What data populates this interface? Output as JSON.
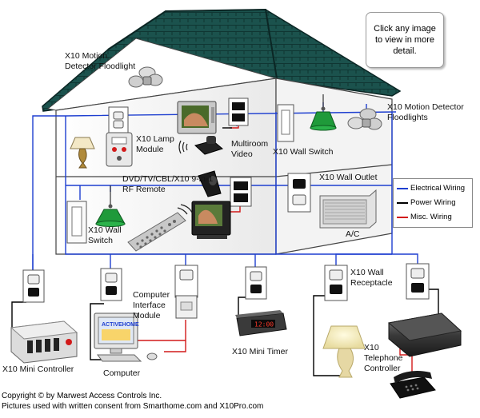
{
  "info_box": "Click any image to view in more detail.",
  "legend": [
    {
      "label": "Electrical Wiring",
      "color": "#1e3fd0"
    },
    {
      "label": "Power Wiring",
      "color": "#000000"
    },
    {
      "label": "Misc. Wiring",
      "color": "#d21a1a"
    }
  ],
  "labels": {
    "motion_left": "X10 Motion Detector Floodlight",
    "motion_right": "X10 Motion Detector Floodlights",
    "lamp_module": "X10 Lamp Module",
    "multiroom_video": "Multiroom Video",
    "wall_switch_upper": "X10 Wall Switch",
    "remote": "DVD/TV/CBL/X10 9-in-1 RF Remote",
    "wall_outlet": "X10 Wall Outlet",
    "wall_switch_lower": "X10 Wall Switch",
    "ac": "A/C",
    "computer_interface": "Computer Interface Module",
    "wall_receptacle": "X10 Wall Receptacle",
    "mini_controller": "X10 Mini Controller",
    "computer": "Computer",
    "mini_timer": "X10 Mini Timer",
    "telephone_controller": "X10 Telephone Controller"
  },
  "screens": {
    "computer": "ACTIVEHOME",
    "timer": "12:00"
  },
  "copyright": [
    "Copyright © by Marwest Access Controls Inc.",
    "Pictures used with written consent from Smarthome.com and X10Pro.com"
  ],
  "colors": {
    "roof": "#174a46",
    "roof_line": "#0b2624",
    "electrical": "#1e3fd0",
    "power": "#000000",
    "misc": "#d21a1a",
    "lamp_shade": "#1f9a3a"
  }
}
